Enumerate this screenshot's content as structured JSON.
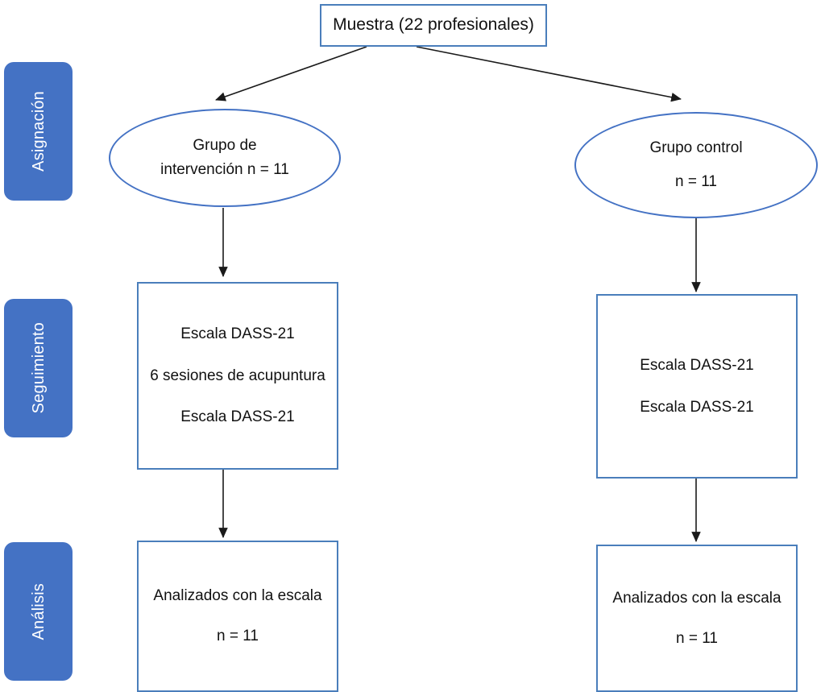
{
  "figure": {
    "kind": "flow-diagram",
    "language": "es",
    "colors": {
      "stage_fill": "#4472C4",
      "stage_text": "#FFFFFF",
      "node_border": "#4a7ebb",
      "ellipse_border": "#4472C4",
      "node_fill": "#FFFFFF",
      "connector": "#1a1a1a",
      "page_background": "#FFFFFF"
    }
  },
  "stages": [
    {
      "id": "asignacion",
      "label": "Asignación"
    },
    {
      "id": "seguimiento",
      "label": "Seguimiento"
    },
    {
      "id": "analisis",
      "label": "Análisis"
    }
  ],
  "nodes": {
    "top": {
      "shape": "rectangle",
      "lines": [
        "Muestra (22 profesionales)"
      ]
    },
    "left_group": {
      "shape": "ellipse",
      "lines": [
        "Grupo de",
        "intervención n = 11"
      ]
    },
    "right_group": {
      "shape": "ellipse",
      "lines": [
        "Grupo control",
        "n = 11"
      ]
    },
    "left_followup": {
      "shape": "rectangle",
      "lines": [
        "Escala DASS-21",
        "6 sesiones de acupuntura",
        "Escala DASS-21"
      ]
    },
    "right_followup": {
      "shape": "rectangle",
      "lines": [
        "Escala DASS-21",
        "Escala DASS-21"
      ]
    },
    "left_analysis": {
      "shape": "rectangle",
      "lines": [
        "Analizados con la escala",
        "n = 11"
      ]
    },
    "right_analysis": {
      "shape": "rectangle",
      "lines": [
        "Analizados con la escala",
        "n = 11"
      ]
    }
  },
  "connectors": [
    {
      "id": "top-to-left-group",
      "from": "top",
      "to": "left_group",
      "style": "diagonal-arrow"
    },
    {
      "id": "top-to-right-group",
      "from": "top",
      "to": "right_group",
      "style": "diagonal-arrow"
    },
    {
      "id": "left-group-to-left-followup",
      "from": "left_group",
      "to": "left_followup",
      "style": "vertical-arrow"
    },
    {
      "id": "right-group-to-right-followup",
      "from": "right_group",
      "to": "right_followup",
      "style": "vertical-arrow"
    },
    {
      "id": "left-followup-to-left-analysis",
      "from": "left_followup",
      "to": "left_analysis",
      "style": "vertical-arrow"
    },
    {
      "id": "right-followup-to-right-analysis",
      "from": "right_followup",
      "to": "right_analysis",
      "style": "vertical-arrow"
    }
  ]
}
